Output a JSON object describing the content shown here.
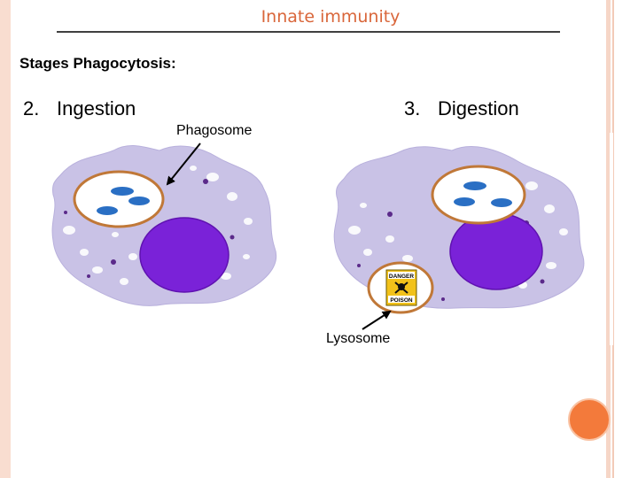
{
  "slide": {
    "title": "Innate immunity",
    "subtitle": "Stages Phagocytosis:"
  },
  "stages": [
    {
      "number": "2.",
      "name": "Ingestion"
    },
    {
      "number": "3.",
      "name": "Digestion"
    }
  ],
  "labels": {
    "phagosome": "Phagosome",
    "lysosome": "Lysosome",
    "warning_line1": "DANGER",
    "warning_line2": "POISON"
  },
  "colors": {
    "title": "#d9663a",
    "cytoplasm": "#c9c2e6",
    "nucleus": "#7a22d8",
    "vesicle_outline": "#c07838",
    "bacteria": "#2a6fc4",
    "warning_sign": "#f2c21a"
  }
}
